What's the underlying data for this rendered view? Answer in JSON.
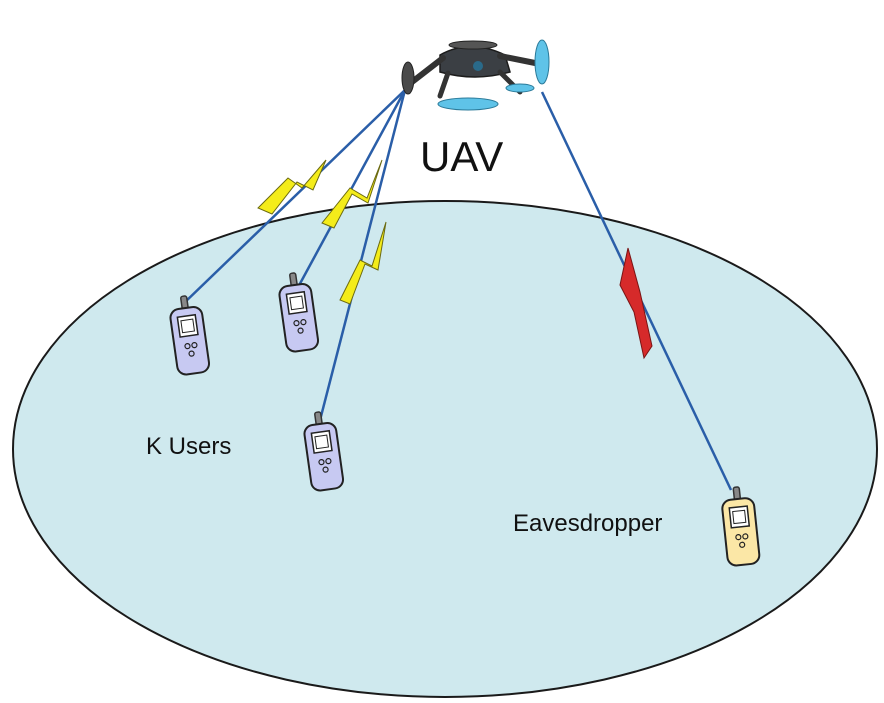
{
  "labels": {
    "uav": "UAV",
    "users": "K Users",
    "eavesdropper": "Eavesdropper"
  },
  "colors": {
    "coverage_fill": "#cfe9ee",
    "coverage_stroke": "#1a1a1a",
    "link_line": "#2a5ea8",
    "legit_bolt": "#f4ec1a",
    "eve_bolt": "#d62a2a",
    "user_phone": "#c7c9f2",
    "eve_phone": "#fbe7a6",
    "uav_accent": "#5fc3e8"
  },
  "icons": {
    "uav": "drone-icon",
    "user": "mobile-phone-icon",
    "eavesdropper": "mobile-phone-icon"
  }
}
